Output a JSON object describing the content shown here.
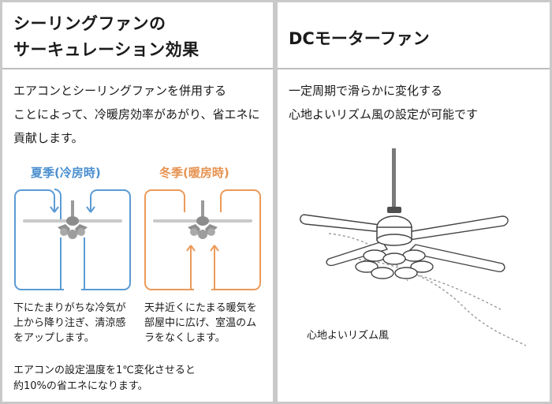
{
  "left": {
    "title_lines": [
      "シーリングファンの",
      "サーキュレーション効果"
    ],
    "description_lines": [
      "エアコンとシーリングファンを併用する",
      "ことによって、冷暖房効率があがり、省エネに",
      "貢献します。"
    ],
    "summer": {
      "label": "夏季(冷房時)",
      "color": "#4a8fcf",
      "caption_lines": [
        "下にたまりがちな冷気が",
        "上から降り注ぎ、清涼感",
        "をアップします。"
      ]
    },
    "winter": {
      "label": "冬季(暖房時)",
      "color": "#e6924f",
      "caption_lines": [
        "天井近くにたまる暖気を",
        "部屋中に広げ、室温のム",
        "ラをなくします。"
      ]
    },
    "note_lines": [
      "エアコンの設定温度を1℃変化させると",
      "約10%の省エネになります。"
    ]
  },
  "right": {
    "title": "DCモーターファン",
    "description_lines": [
      "一定周期で滑らかに変化する",
      "心地よいリズム風の設定が可能です"
    ],
    "image_label": "心地よいリズム風"
  }
}
